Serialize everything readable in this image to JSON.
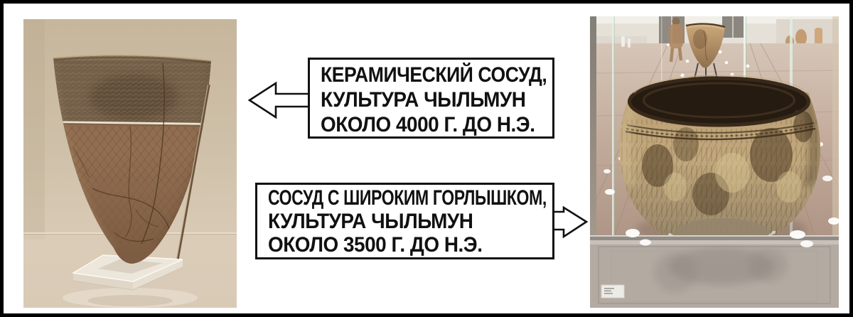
{
  "frame": {
    "background": "#ffffff",
    "border_color": "#000000"
  },
  "callouts": {
    "top": {
      "lines": [
        "КЕРАМИЧЕСКИЙ СОСУД,",
        "КУЛЬТУРА ЧЫЛЬМУН",
        "ОКОЛО 4000 Г. ДО Н.Э."
      ],
      "arrow": "left"
    },
    "bottom": {
      "lines": [
        "СОСУД С ШИРОКИМ ГОРЛЫШКОМ,",
        "КУЛЬТУРА ЧЫЛЬМУН",
        "ОКОЛО 3500 Г. ДО Н.Э."
      ],
      "arrow": "right"
    }
  },
  "photos": {
    "left": {
      "subject": "tall pointed-base ceramic vessel on acrylic stand"
    },
    "right": {
      "subject": "wide-mouth ceramic vessel on metal tripod in museum case"
    }
  },
  "colors": {
    "callout_border": "#111111",
    "callout_bg": "#ffffff",
    "callout_text": "#111111",
    "left_photo_background": "#cfc0a9",
    "left_vessel_brown": "#8e6d50",
    "right_floor": "#c2aa9a",
    "right_vessel_tan": "#b99d72"
  }
}
